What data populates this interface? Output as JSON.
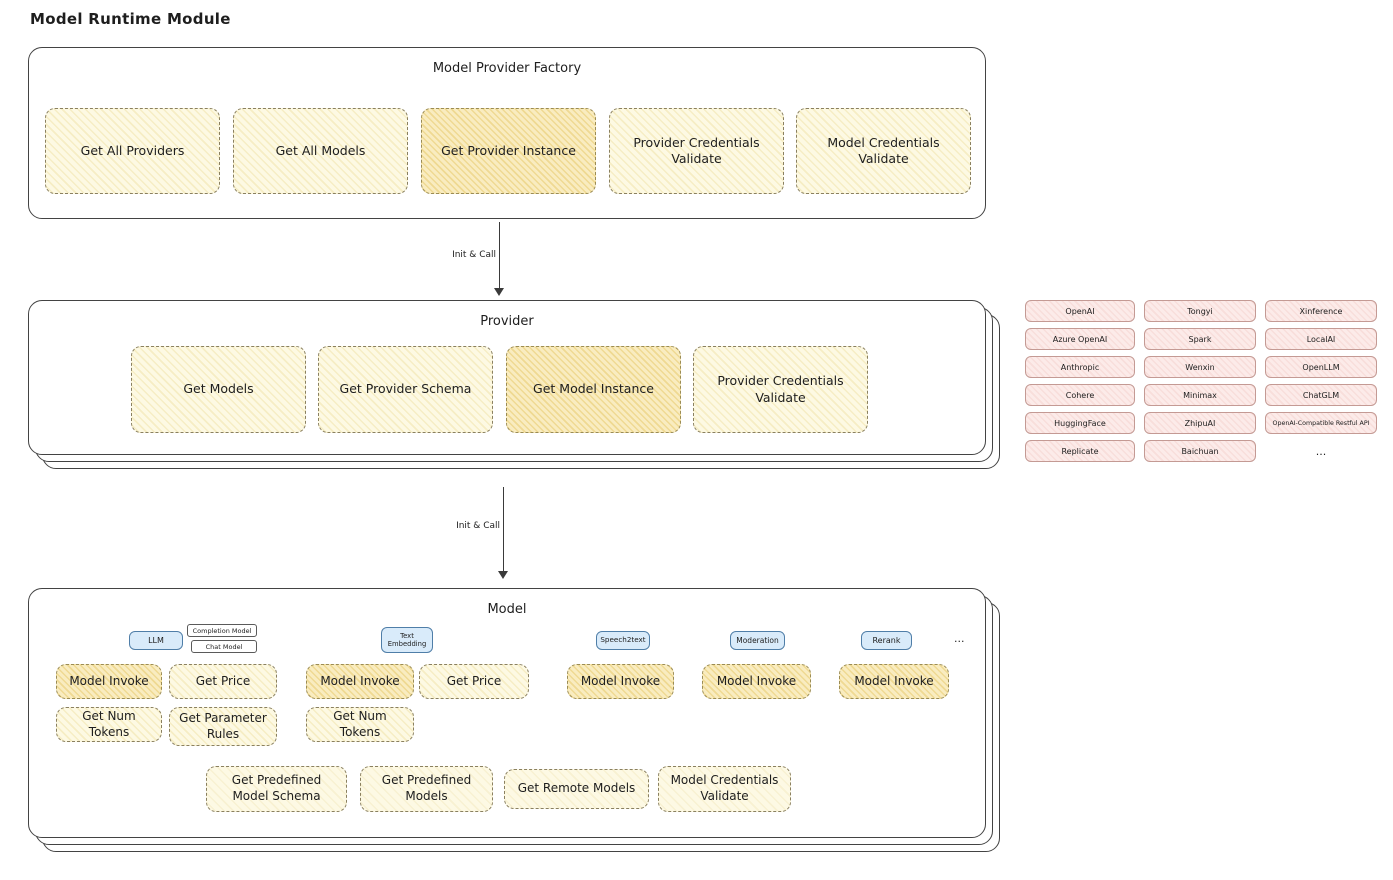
{
  "page": {
    "title": "Model Runtime Module"
  },
  "colors": {
    "yellow_card": "#fdf9e3",
    "orange_card": "#f0da94",
    "blue_tab": "#d9ebfa",
    "pink_chip": "#fcebe9",
    "stroke": "#434343"
  },
  "factory": {
    "title": "Model Provider Factory",
    "items": [
      {
        "label": "Get All Providers"
      },
      {
        "label": "Get All Models"
      },
      {
        "label": "Get Provider Instance"
      },
      {
        "label": "Provider Credentials Validate"
      },
      {
        "label": "Model Credentials Validate"
      }
    ]
  },
  "arrow1": {
    "label": "Init & Call"
  },
  "arrow2": {
    "label": "Init & Call"
  },
  "provider": {
    "title": "Provider",
    "items": [
      {
        "label": "Get Models"
      },
      {
        "label": "Get Provider Schema"
      },
      {
        "label": "Get Model Instance"
      },
      {
        "label": "Provider Credentials Validate"
      }
    ]
  },
  "provider_grid": {
    "rows": [
      [
        "OpenAI",
        "Tongyi",
        "Xinference"
      ],
      [
        "Azure OpenAI",
        "Spark",
        "LocalAI"
      ],
      [
        "Anthropic",
        "Wenxin",
        "OpenLLM"
      ],
      [
        "Cohere",
        "Minimax",
        "ChatGLM"
      ],
      [
        "HuggingFace",
        "ZhipuAI",
        "OpenAI-Compatible Restful API"
      ],
      [
        "Replicate",
        "Baichuan"
      ]
    ],
    "more": "..."
  },
  "model": {
    "title": "Model",
    "tabs": {
      "llm": "LLM",
      "completion_model": "Completion Model",
      "chat_model": "Chat Model",
      "text_embedding": "Text Embedding",
      "speech2text": "Speech2text",
      "moderation": "Moderation",
      "rerank": "Rerank",
      "more": "..."
    },
    "functions": {
      "row1": [
        {
          "label": "Model Invoke"
        },
        {
          "label": "Get Price"
        },
        {
          "label": "Model Invoke"
        },
        {
          "label": "Get Price"
        },
        {
          "label": "Model Invoke"
        },
        {
          "label": "Model Invoke"
        },
        {
          "label": "Model Invoke"
        }
      ],
      "row2": [
        {
          "label": "Get Num Tokens"
        },
        {
          "label": "Get Parameter Rules"
        },
        {
          "label": "Get Num Tokens"
        }
      ],
      "row3": [
        {
          "label": "Get Predefined Model Schema"
        },
        {
          "label": "Get Predefined Models"
        },
        {
          "label": "Get Remote Models"
        },
        {
          "label": "Model Credentials Validate"
        }
      ]
    }
  }
}
